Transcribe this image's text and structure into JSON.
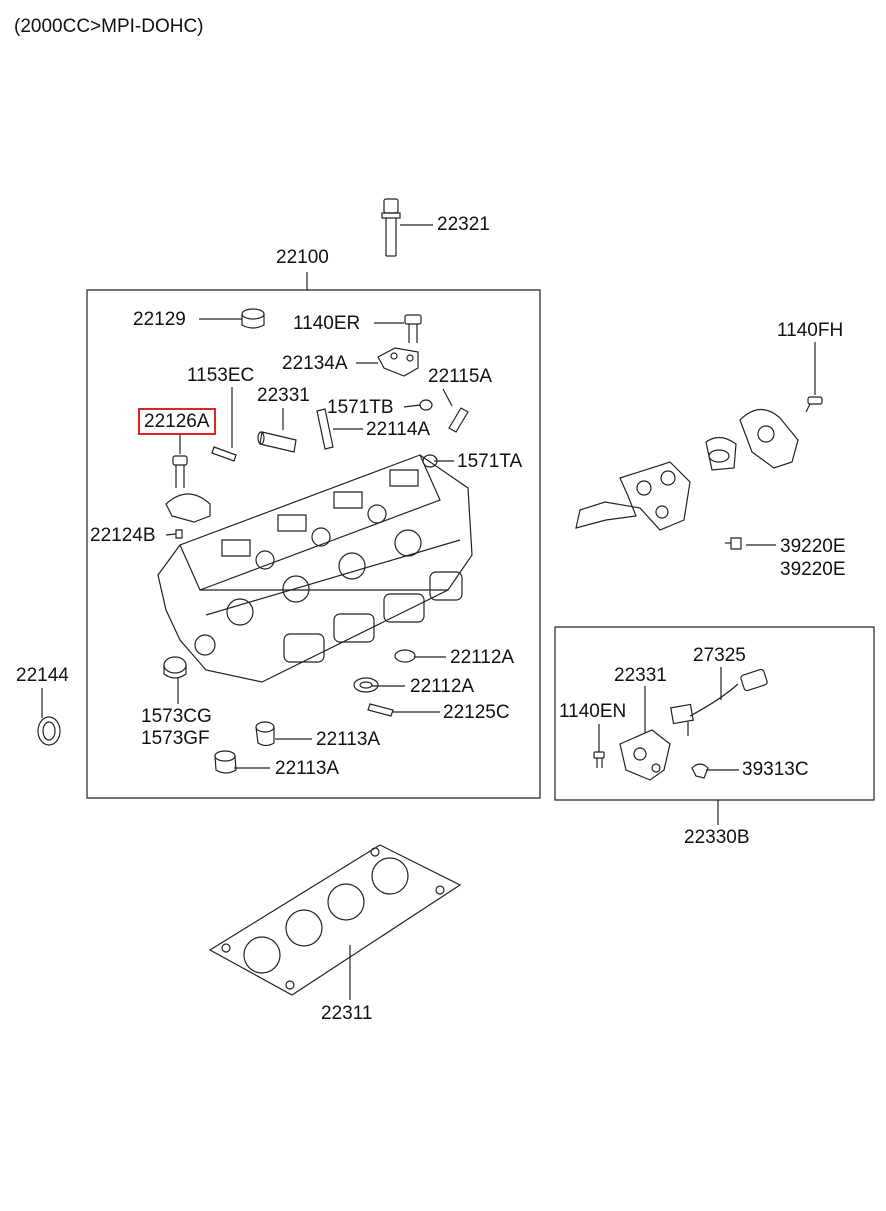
{
  "title": "(2000CC>MPI-DOHC)",
  "highlight_color": "#e02424",
  "labels": {
    "p22321": "22321",
    "p22100": "22100",
    "p22129": "22129",
    "p1140ER": "1140ER",
    "p22134A": "22134A",
    "p1153EC": "1153EC",
    "p22115A": "22115A",
    "p22331a": "22331",
    "p1571TB": "1571TB",
    "p22126A": "22126A",
    "p22114A": "22114A",
    "p1571TA": "1571TA",
    "p22124B": "22124B",
    "p22144": "22144",
    "p22112A_1": "22112A",
    "p22112A_2": "22112A",
    "p1573CG": "1573CG",
    "p1573GF": "1573GF",
    "p22125C": "22125C",
    "p22113A_1": "22113A",
    "p22113A_2": "22113A",
    "p1140FH": "1140FH",
    "p39220E_1": "39220E",
    "p39220E_2": "39220E",
    "p27325": "27325",
    "p22331b": "22331",
    "p1140EN": "1140EN",
    "p39313C": "39313C",
    "p22330B": "22330B",
    "p22311": "22311"
  }
}
